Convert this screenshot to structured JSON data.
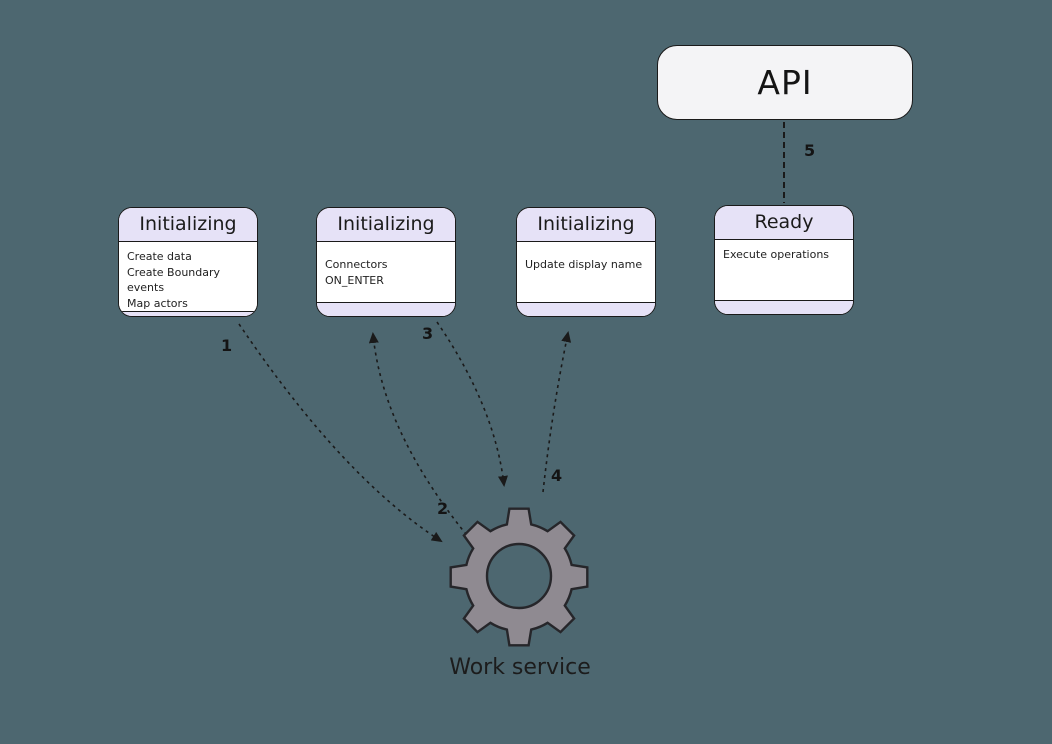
{
  "colors": {
    "background": "#4d6770",
    "state_header": "#e6e2f7",
    "state_body": "#ffffff",
    "outline": "#1a1a1a",
    "api_fill": "#f4f4f6",
    "gear_fill": "#8f8a91",
    "arrow": "#1a1a1a"
  },
  "api": {
    "label": "API"
  },
  "states": [
    {
      "title": "Initializing",
      "lines": [
        "Create data",
        "Create Boundary events",
        "Map actors"
      ]
    },
    {
      "title": "Initializing",
      "lines": [
        "Connectors ON_ENTER"
      ]
    },
    {
      "title": "Initializing",
      "lines": [
        "Update display name"
      ]
    },
    {
      "title": "Ready",
      "lines": [
        "Execute operations"
      ]
    }
  ],
  "work_service": {
    "label": "Work service",
    "icon": "gear-icon"
  },
  "arrows": [
    {
      "label": "1",
      "from": "state-initializing-1",
      "to": "work-service",
      "style": "dashed"
    },
    {
      "label": "2",
      "from": "work-service",
      "to": "state-initializing-2",
      "style": "dashed"
    },
    {
      "label": "3",
      "from": "state-initializing-2",
      "to": "work-service",
      "style": "dashed"
    },
    {
      "label": "4",
      "from": "work-service",
      "to": "state-initializing-3",
      "style": "dashed"
    },
    {
      "label": "5",
      "from": "api",
      "to": "state-ready",
      "style": "dashed-no-head"
    }
  ]
}
